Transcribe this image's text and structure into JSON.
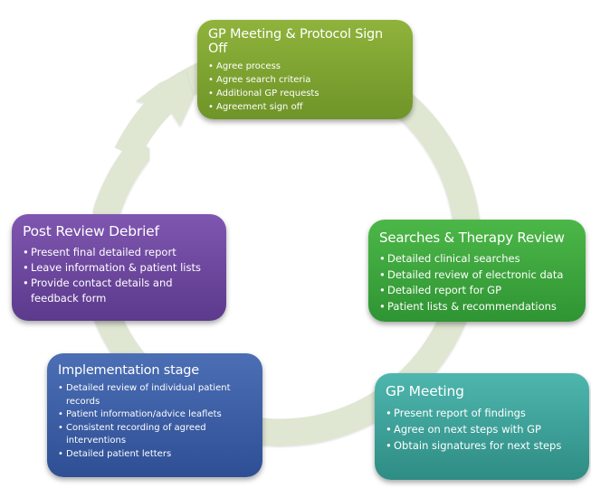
{
  "diagram": {
    "colors": {
      "ring": "#dfe6d2",
      "ring_edge": "#c9d2bb",
      "signoff": "#7da232",
      "searches": "#3ea63e",
      "debrief": "#6e48a0",
      "implementation": "#3e5fa5",
      "gp_meeting": "#3ea29a"
    },
    "stages": [
      {
        "id": "signoff",
        "title": "GP Meeting & Protocol Sign Off",
        "bullets": [
          "Agree process",
          "Agree search criteria",
          "Additional GP requests",
          "Agreement sign off"
        ]
      },
      {
        "id": "searches",
        "title": "Searches & Therapy Review",
        "bullets": [
          "Detailed clinical searches",
          "Detailed review of electronic data",
          "Detailed report for GP",
          "Patient lists & recommendations"
        ]
      },
      {
        "id": "gp_meeting",
        "title": "GP Meeting",
        "bullets": [
          "Present report of findings",
          "Agree on next steps with GP",
          "Obtain signatures for next steps"
        ]
      },
      {
        "id": "implementation",
        "title": "Implementation stage",
        "bullets": [
          "Detailed review of individual patient records",
          "Patient information/advice leaflets",
          "Consistent recording of agreed interventions",
          "Detailed patient letters"
        ]
      },
      {
        "id": "debrief",
        "title": "Post Review Debrief",
        "bullets": [
          "Present final detailed report",
          "Leave information & patient lists",
          "Provide contact details and feedback form"
        ]
      }
    ]
  }
}
